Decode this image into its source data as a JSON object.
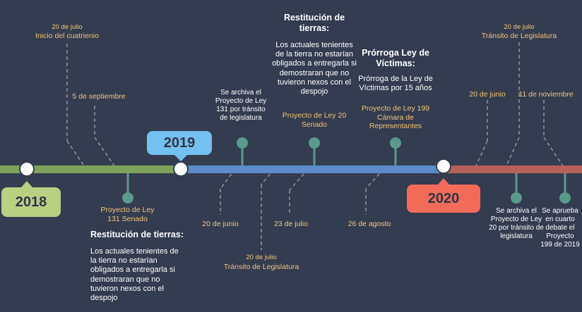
{
  "colors": {
    "background": "#343c4f",
    "segment_2018": "#7fa35e",
    "segment_2019": "#5b8cc9",
    "segment_2020": "#b5605a",
    "badge_2018": "#b9cf82",
    "badge_2019": "#74c0f0",
    "badge_2020": "#f26b59",
    "stem": "#5a9a8a",
    "dashed": "#8f96a3",
    "date_text": "#f3c47a"
  },
  "years": {
    "y2018": "2018",
    "y2019": "2019",
    "y2020": "2020"
  },
  "events": {
    "e1_date": "20 de julio",
    "e1_label": "Inicio del cuatrienio",
    "e2_date": "5 de septiembre",
    "e3_label": "Proyecto de Ley 131 Senado",
    "e3_title": "Restitución de tierras:",
    "e3_desc": "Los actuales tenientes de la tierra no estarían obligados a entregarla si demostraran que no tuvieron nexos con el despojo",
    "e4_label": "Se archiva el Proyecto de Ley 131 por tránsito de legislatura",
    "e4_date": "20 de junio",
    "e5_date": "20 de julio",
    "e5_label": "Tránsito de Legislatura",
    "e6_title": "Restitución de tierras:",
    "e6_desc": "Los actuales tenientes de la tierra no estarían obligados a entregarla si demostraran que no tuvieron nexos con el despojo",
    "e6_label": "Proyecto de Ley 20 Senado",
    "e6_date": "23 de julio",
    "e7_title": "Prórroga Ley de Víctimas:",
    "e7_desc": "Prórroga de la Ley de Víctimas por 15 años",
    "e7_label": "Proyecto de Ley 199 Cámara de Representantes",
    "e7_date": "26 de agosto",
    "e8_date": "20 de julio",
    "e8_label": "Tránsito de Legislatura",
    "e9_date": "20 de junio",
    "e9_label": "Se archiva el Proyecto de Ley 20 por tránsito de legislatura",
    "e10_date": "11 de noviembre",
    "e10_label": "Se aprueba en cuarto debate el Proyecto 199 de 2019"
  }
}
